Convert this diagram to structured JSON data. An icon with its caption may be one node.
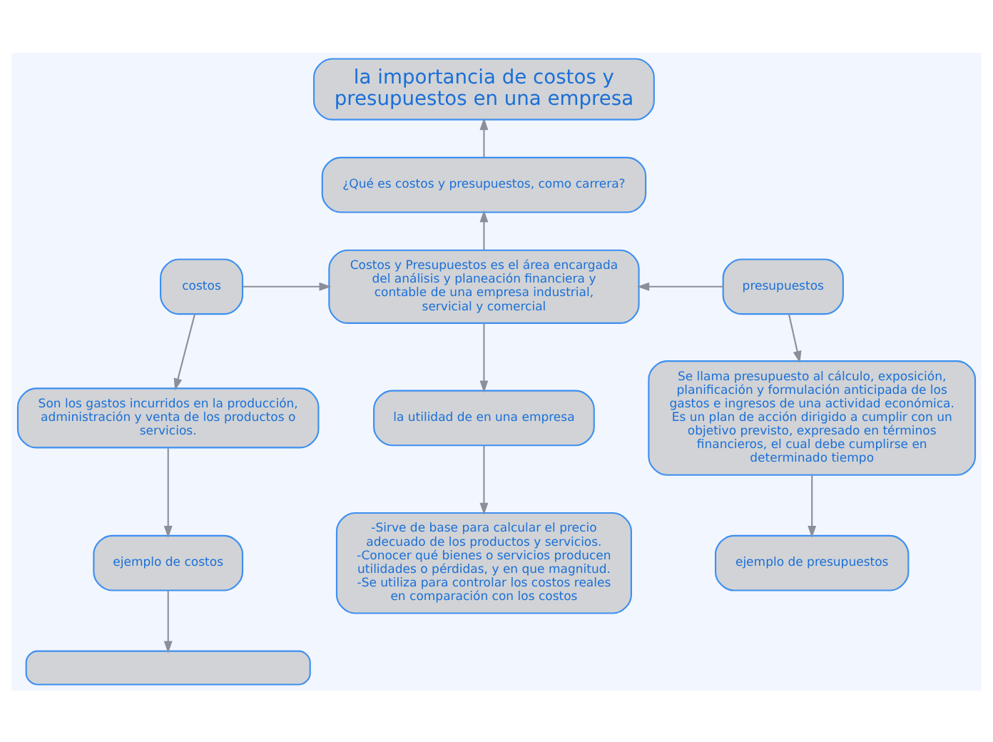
{
  "diagram": {
    "nodes": [
      {
        "text": [
          "la importancia de costos y presupuestos en una empresa"
        ]
      },
      {
        "text": [
          "¿Qué es costos y presupuestos, como carrera?"
        ]
      },
      {
        "text": [
          "Costos y Presupuestos es el área encargada del análisis y planeación financiera y contable de una empresa industrial, servicial y comercial"
        ]
      },
      {
        "text": [
          "costos"
        ]
      },
      {
        "text": [
          "Son los gastos incurridos en la producción, administración y venta de los productos o servicios."
        ]
      },
      {
        "text": [
          "ejemplo de costos"
        ]
      },
      {
        "text": [],
        "shape": "box"
      },
      {
        "text": [
          "la utilidad de en una empresa"
        ]
      },
      {
        "text": [
          "-Sirve de base para calcular el precio adecuado de los productos y servicios. -Conocer qué bienes o servicios producen utilidades o pérdidas, y en que magnitud. -Se utiliza para controlar los costos reales en comparación con los costos"
        ]
      },
      {
        "text": [
          "presupuestos"
        ]
      },
      {
        "text": [
          "Se llama presupuesto al cálculo, exposición, planificación y formulación anticipada de los gastos e ingresos de una actividad económica. Es un plan de acción dirigido a cumplir con un objetivo previsto, expresado en términos financieros, el cual debe cumplirse en determinado tiempo"
        ]
      },
      {
        "text": [
          "ejemplo de presupuestos"
        ]
      }
    ],
    "edges": [
      {
        "from": 1,
        "to": 0,
        "arrow": "to"
      },
      {
        "from": 2,
        "to": 1,
        "arrow": "to"
      },
      {
        "from": 3,
        "to": 2,
        "arrow": "to"
      },
      {
        "from": 9,
        "to": 2,
        "arrow": "to"
      },
      {
        "from": 3,
        "to": 4,
        "arrow": "to"
      },
      {
        "from": 4,
        "to": 5,
        "arrow": "to"
      },
      {
        "from": 5,
        "to": 6,
        "arrow": "to"
      },
      {
        "from": 2,
        "to": 7,
        "arrow": "to"
      },
      {
        "from": 7,
        "to": 8,
        "arrow": "to"
      },
      {
        "from": 9,
        "to": 10,
        "arrow": "to"
      },
      {
        "from": 10,
        "to": 11,
        "arrow": "to"
      }
    ]
  }
}
